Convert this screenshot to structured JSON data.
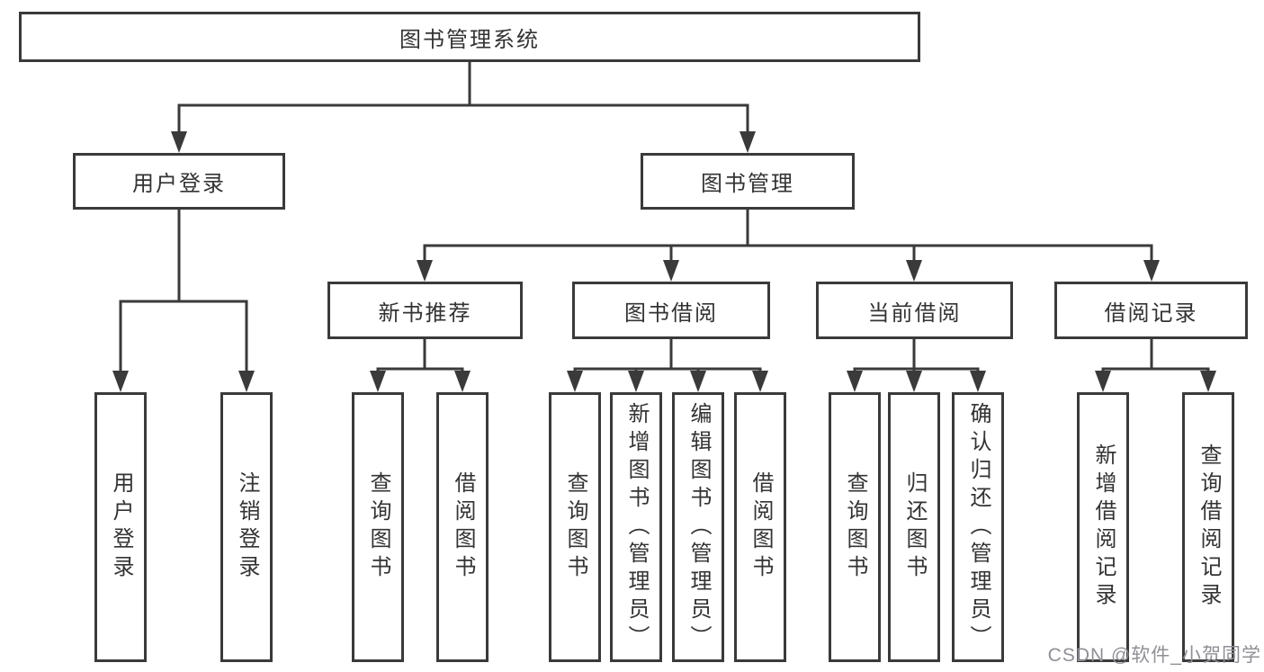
{
  "diagram_type": "hierarchy-tree",
  "colors": {
    "line": "#3a3a3a",
    "box_border": "#3a3a3a",
    "text": "#333333",
    "background": "#ffffff",
    "watermark": "#8f8f96"
  },
  "tree": {
    "label": "图书管理系统",
    "children": [
      {
        "label": "用户登录",
        "children": [
          {
            "label": "用户登录"
          },
          {
            "label": "注销登录"
          }
        ]
      },
      {
        "label": "图书管理",
        "children": [
          {
            "label": "新书推荐",
            "children": [
              {
                "label": "查询图书"
              },
              {
                "label": "借阅图书"
              }
            ]
          },
          {
            "label": "图书借阅",
            "children": [
              {
                "label": "查询图书"
              },
              {
                "label": "新增图书（管理员）"
              },
              {
                "label": "编辑图书（管理员）"
              },
              {
                "label": "借阅图书"
              }
            ]
          },
          {
            "label": "当前借阅",
            "children": [
              {
                "label": "查询图书"
              },
              {
                "label": "归还图书"
              },
              {
                "label": "确认归还（管理员）"
              }
            ]
          },
          {
            "label": "借阅记录",
            "children": [
              {
                "label": "新增借阅记录"
              },
              {
                "label": "查询借阅记录"
              }
            ]
          }
        ]
      }
    ]
  },
  "watermark": {
    "text": "CSDN @软件_小贺同学"
  }
}
